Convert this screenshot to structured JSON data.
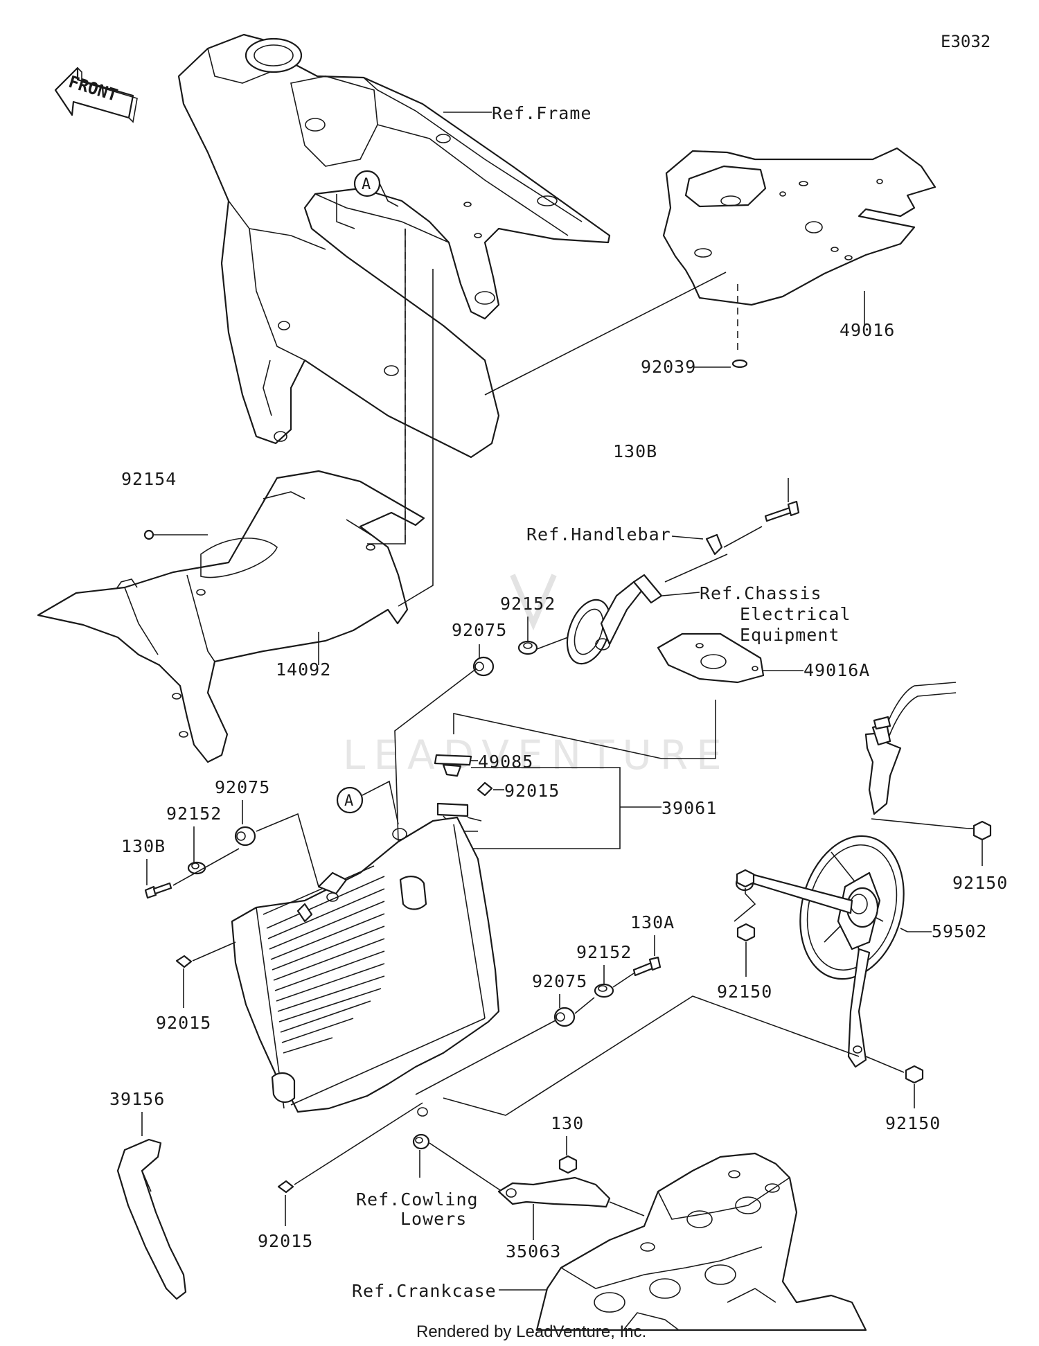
{
  "diagram_id": "E3032",
  "front_label": "FRONT",
  "watermark": "LEADVENTURE",
  "footer": "Rendered by LeadVenture, Inc.",
  "callout_letter": "A",
  "refs": {
    "frame": "Ref.Frame",
    "handlebar": "Ref.Handlebar",
    "chassis_1": "Ref.Chassis",
    "chassis_2": "Electrical",
    "chassis_3": "Equipment",
    "cowling_1": "Ref.Cowling",
    "cowling_2": "Lowers",
    "crankcase": "Ref.Crankcase"
  },
  "parts": {
    "p49016": "49016",
    "p92039": "92039",
    "p130B_top": "130B",
    "p92154": "92154",
    "p92152_top": "92152",
    "p92075_top": "92075",
    "p14092": "14092",
    "p49016A": "49016A",
    "p49085": "49085",
    "p92015_top": "92015",
    "p39061": "39061",
    "p92075_left": "92075",
    "p92152_left": "92152",
    "p130B_left": "130B",
    "p92150_top": "92150",
    "p130A": "130A",
    "p92152_mid": "92152",
    "p92075_mid": "92075",
    "p59502": "59502",
    "p92015_left": "92015",
    "p92150_mid": "92150",
    "p92150_bot": "92150",
    "p39156": "39156",
    "p130": "130",
    "p35063": "35063",
    "p92015_bot": "92015"
  }
}
